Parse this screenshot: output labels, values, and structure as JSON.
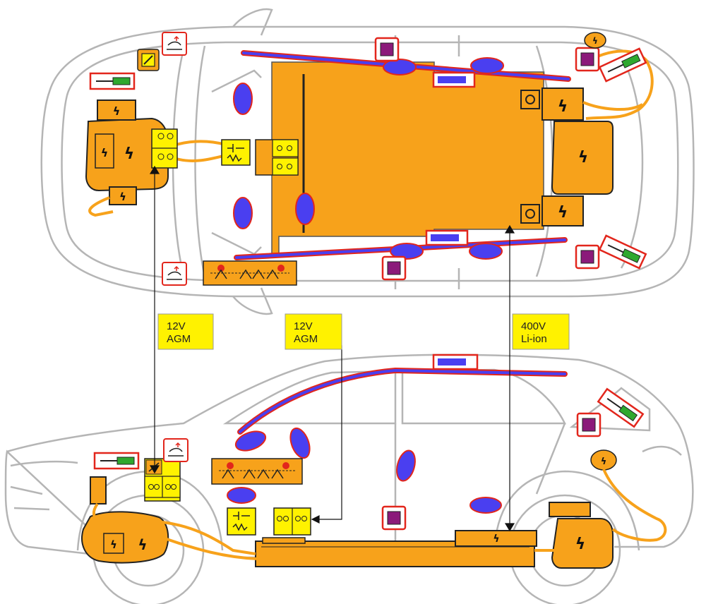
{
  "labels": {
    "battery_12v_front": {
      "line1": "12V",
      "line2": "AGM"
    },
    "battery_12v_cabin": {
      "line1": "12V",
      "line2": "AGM"
    },
    "battery_hv": {
      "line1": "400V",
      "line2": "Li-ion"
    }
  },
  "symbols": {
    "high_voltage": "ϟ"
  },
  "colors": {
    "high_voltage_orange": "#f7a21b",
    "label_yellow": "#fff200",
    "airbag_blue": "#4a3ff0",
    "curtain_outline_red": "#e2261c",
    "sensor_purple": "#8b1a7a",
    "strut_green": "#2fa82f",
    "car_outline_gray": "#b5b5b5"
  }
}
